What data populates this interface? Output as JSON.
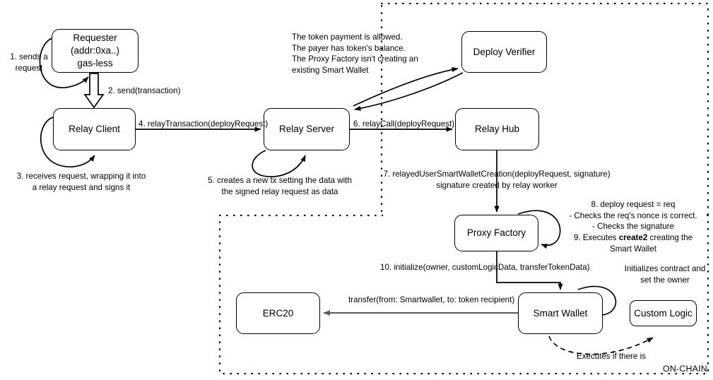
{
  "diagram": {
    "title": "RIF Relay deploy request on-chain flow",
    "colors": {
      "stroke": "#000000",
      "background": "#ffffff",
      "gray_arrow": "#595959",
      "boundary": "#000000"
    },
    "nodes": [
      {
        "id": "requester",
        "lines": [
          "Requester",
          "(addr:0xa..)",
          "gas-less"
        ]
      },
      {
        "id": "relay-client",
        "lines": [
          "Relay Client"
        ]
      },
      {
        "id": "relay-server",
        "lines": [
          "Relay Server"
        ]
      },
      {
        "id": "deploy-verifier",
        "lines": [
          "Deploy Verifier"
        ]
      },
      {
        "id": "relay-hub",
        "lines": [
          "Relay Hub"
        ]
      },
      {
        "id": "proxy-factory",
        "lines": [
          "Proxy Factory"
        ]
      },
      {
        "id": "smart-wallet",
        "lines": [
          "Smart Wallet"
        ]
      },
      {
        "id": "erc20",
        "lines": [
          "ERC20"
        ]
      },
      {
        "id": "custom-logic",
        "lines": [
          "Custom Logic"
        ]
      }
    ],
    "edge_labels": {
      "step1": "1. sends a\nrequest",
      "step2": "2. send(transaction)",
      "step3": "3. receives request, wrapping it into\na relay request and signs it",
      "step4": "4. relayTransaction(deployRequest)",
      "step5": "5. creates a new tx setting the data with\nthe signed relay request as data",
      "step6": "6. relayCall(deployRequest)",
      "step7": "7. relayedUserSmartWalletCreation(deployRequest, signature)\nsignature created by relay worker",
      "step8_9_pre": "8. deploy request = req\n- Checks the req's nonce is correct.\n- Checks the signature\n9. Executes ",
      "step8_9_bold": "create2",
      "step8_9_post": " creating the\nSmart Wallet",
      "step10": "10. initialize(owner, customLogicData, transferTokenData)",
      "verifier_checks": "The token payment is allowed.\nThe payer has token's balance.\nThe Proxy Factory isn't creating an\nexisting Smart Wallet",
      "transfer": "transfer(from: Smartwallet, to: token recipient)",
      "initializes": "Initializes contract and\nset the owner",
      "executes_if": "Executes if there is"
    },
    "zones": [
      {
        "id": "on-chain-upper",
        "label": ""
      },
      {
        "id": "on-chain-lower",
        "label": "ON-CHAIN"
      }
    ],
    "on_chain_label": "ON-CHAIN"
  }
}
